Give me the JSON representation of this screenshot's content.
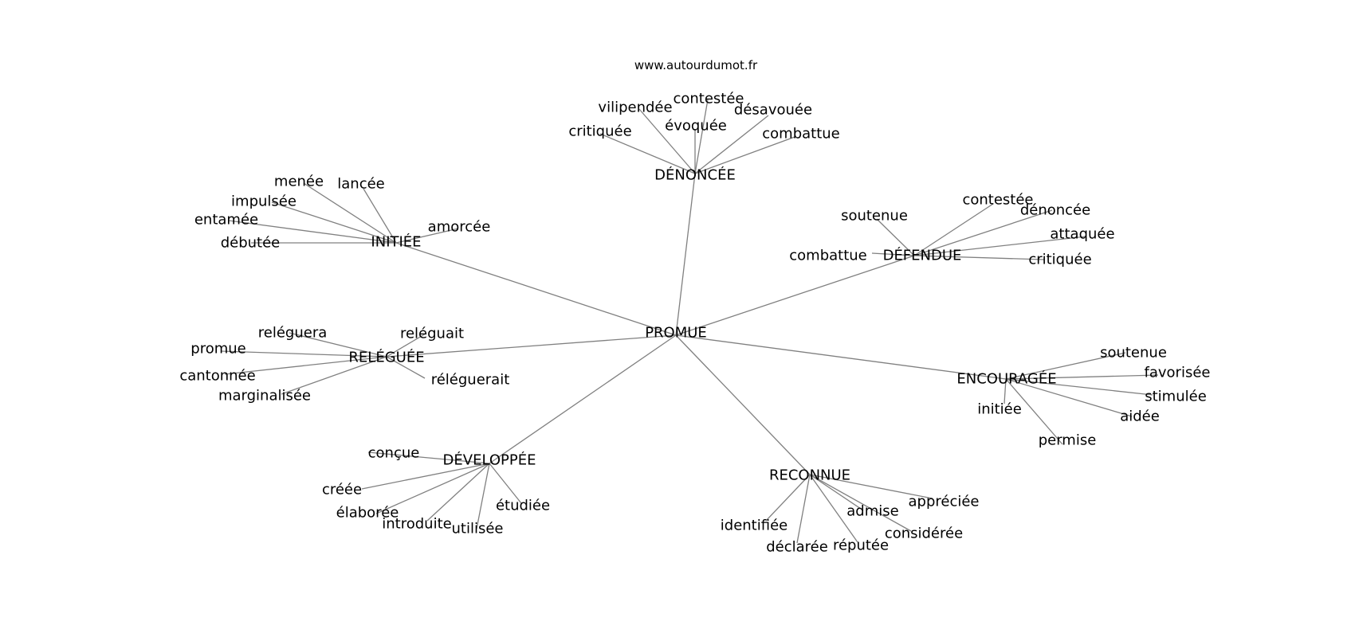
{
  "source": "www.autourdumot.fr",
  "center": "PROMUE",
  "groups": [
    {
      "label": "DÉNONCÉE",
      "words": [
        "critiquée",
        "vilipendée",
        "contestée",
        "évoquée",
        "désavouée",
        "combattue"
      ]
    },
    {
      "label": "INITIÉE",
      "words": [
        "menée",
        "lancée",
        "impulsée",
        "entamée",
        "débutée",
        "amorcée"
      ]
    },
    {
      "label": "DÉFENDUE",
      "words": [
        "soutenue",
        "contestée",
        "dénoncée",
        "attaquée",
        "combattue",
        "critiquée"
      ]
    },
    {
      "label": "RELÉGUÉE",
      "words": [
        "reléguera",
        "reléguait",
        "promue",
        "cantonnée",
        "marginalisée",
        "réléguerait"
      ]
    },
    {
      "label": "ENCOURAGÉE",
      "words": [
        "soutenue",
        "favorisée",
        "stimulée",
        "initiée",
        "aidée",
        "permise"
      ]
    },
    {
      "label": "DÉVELOPPÉE",
      "words": [
        "conçue",
        "créée",
        "élaborée",
        "introduite",
        "utilisée",
        "étudiée"
      ]
    },
    {
      "label": "RECONNUE",
      "words": [
        "identifiée",
        "déclarée",
        "réputée",
        "admise",
        "considérée",
        "appréciée"
      ]
    }
  ]
}
